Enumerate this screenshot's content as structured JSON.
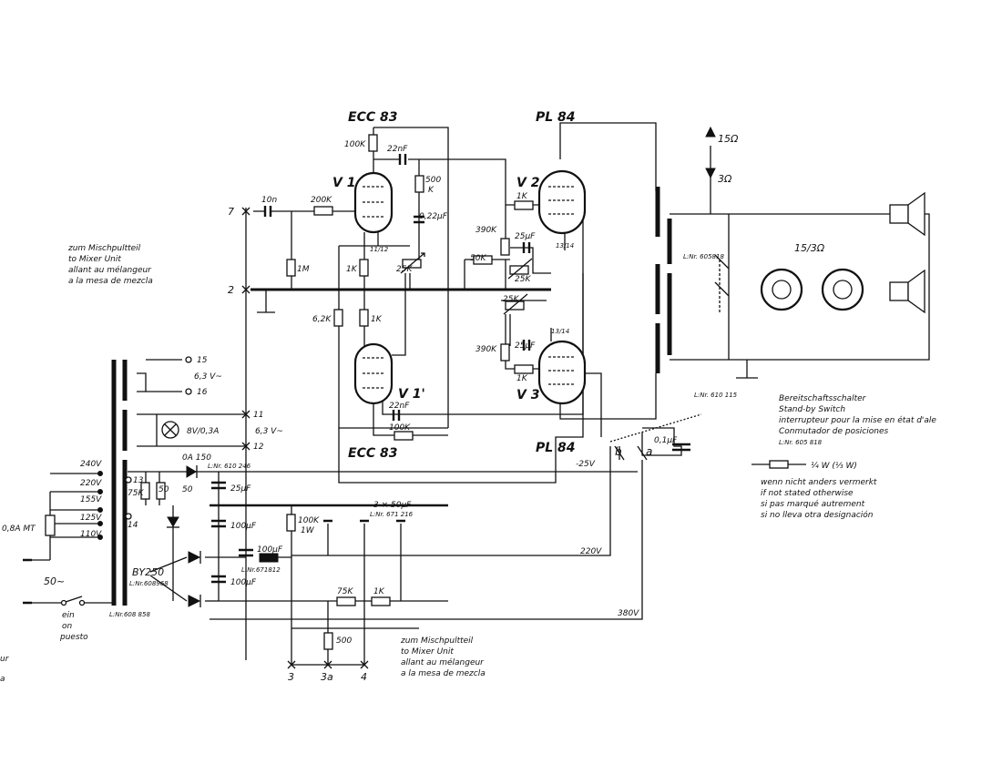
{
  "tubes": {
    "top_type": "ECC 83",
    "bottom_type": "ECC 83",
    "out_top_type": "PL 84",
    "out_bottom_type": "PL 84",
    "v1": "V 1",
    "v1p": "V 1'",
    "v2": "V 2",
    "v3": "V 3",
    "v1_pins": "11/12",
    "v2_pins": "13/14",
    "v3_pins": "13/14"
  },
  "components": {
    "r_100k_top": "100K",
    "c_22nf_top": "22nF",
    "r_500k": "500",
    "r_500k_unit": "K",
    "c_022uf": "0,22µF",
    "pot_25k": "25K",
    "c_10n": "10n",
    "r_200k": "200K",
    "r_1m": "1M",
    "r_1k_v1": "1K",
    "r_62k": "6,2K",
    "r_1k_v1p": "1K",
    "c_22nf_bot": "22nF",
    "r_100k_bot": "100K",
    "r_1k_v2": "1K",
    "r_390k_v2": "390K",
    "c_25uf_v2": "25µF",
    "r_50k": "50K",
    "pot_25k_a": "25K",
    "pot_25k_b": "25K",
    "r_390k_v3": "390K",
    "c_25uf_v3": "25µF",
    "r_1k_v3": "1K",
    "c_01uf": "0,1µF",
    "neg_25v": "-25V",
    "switch_a": "a",
    "switch_b": "b"
  },
  "output": {
    "tap_15": "15Ω",
    "tap_3": "3Ω",
    "speakers": "15/3Ω",
    "lnr_switch": "L:Nr. 605818",
    "lnr_transformer": "L:Nr. 610 115"
  },
  "standby": {
    "de": "Bereitschaftsschalter",
    "en": "Stand-by Switch",
    "fr": "interrupteur pour la mise en état d'ale",
    "es": "Conmutador de posiciones",
    "lnr": "L:Nr. 605 818"
  },
  "legend": {
    "resistor": "¼ W (⅓ W)",
    "de": "wenn nicht anders vermerkt",
    "en": "if not stated otherwise",
    "fr": "si pas marqué autrement",
    "es": "si no lleva otra designación"
  },
  "mixer_top": {
    "de": "zum Mischpultteil",
    "en": "to Mixer Unit",
    "fr": "allant au mélangeur",
    "es": "a la mesa de mezcla"
  },
  "mixer_bottom": {
    "de": "zum Mischpultteil",
    "en": "to Mixer Unit",
    "fr": "allant au mélangeur",
    "es": "a la mesa de mezcla"
  },
  "terminals": {
    "t7": "7",
    "t2": "2",
    "t15": "15",
    "t16": "16",
    "t11": "11",
    "t12": "12",
    "t13": "13",
    "t14": "14",
    "t3": "3",
    "t3a": "3a",
    "t4": "4"
  },
  "supply": {
    "v_240": "240V",
    "v_220": "220V",
    "v_155": "155V",
    "v_125": "125V",
    "v_110": "110V",
    "fuse": "0,8A MT",
    "mains": "50~",
    "switch_de": "ein",
    "switch_en": "on",
    "switch_es": "puesto",
    "lnr_mains": "L:Nr.608 858",
    "heater_v1": "6,3 V~",
    "heater_v2": "6,3 V~",
    "lamp": "8V/0,3A",
    "diode_oa": "0A 150",
    "lnr_oa": "L:Nr. 610 246",
    "r_75k": "75K",
    "r_50a": "50",
    "r_50b": "50",
    "c_25uf_supply": "25µF",
    "c_100uf_a": "100µF",
    "c_100uf_b": "100µF",
    "c_100uf_c": "100µF",
    "rectifier": "BY250",
    "lnr_rect": "L:Nr.608968",
    "lnr_choke": "L:Nr.671812",
    "r_100k_1w": "100K",
    "r_1w": "1W",
    "c_3x50": "3 × 50µF",
    "lnr_3x50": "L:Nr. 671 216",
    "r_75k_b": "75K",
    "r_1k_b": "1K",
    "r_500": "500",
    "v_220_line": "220V",
    "v_380_line": "380V"
  },
  "margin": {
    "left_1": "ur",
    "left_2": "a"
  }
}
